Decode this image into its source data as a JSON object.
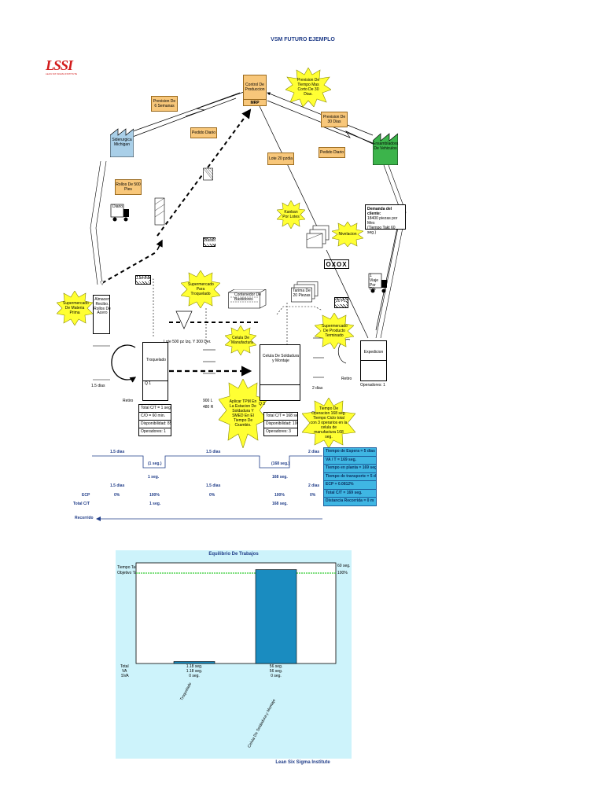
{
  "title": "VSM FUTURO EJEMPLO",
  "logo": {
    "text": "LSSI",
    "subtitle": "LEAN SIX SIGMA INSTITUTE"
  },
  "colors": {
    "orange": "#f8c77a",
    "kaizen": "#ffff33",
    "supplier": "#a9cfe8",
    "customer": "#3cb44b",
    "summary": "#3fb6e3",
    "chart_bg": "#cdf3fb",
    "bar": "#1a8cc0"
  },
  "control": {
    "label": "Control De Produccion",
    "mrp": "MRP"
  },
  "supplier": {
    "label": "Siderurgica Michigan"
  },
  "customer": {
    "label": "Ensambladora De Vehiculos"
  },
  "orange_labels": {
    "prevision6": "Prevision De 6 Semanas",
    "pedido_diario_left": "Pedido Diario",
    "prevision30": "Prevision De 30 Dias",
    "pedido_diario_right": "Pedido Diario",
    "lote20": "Lote 20 pzdia",
    "rollos500": "Rollos De 500 Pies"
  },
  "kaizens": {
    "tiempo_mas_corto": "Prevision De Tiempo Mas Corto De 30 Dias.",
    "kanban": "Kanban Por Lotes",
    "nivelacion": "Nivelacion",
    "super_materia": "Supermercado De Materia Prima",
    "super_troquelado": "Supermercado Para Troquelado",
    "celula": "Celula De Manufactura",
    "super_producto": "Supermercado De Producto Terminado",
    "tpm": "Aplicar TPM En La Estacion De Soldadura Y SMED En El Tiempo De Cxambio.",
    "tiempo_operacion": "Tiempo De Operacion 168 seg. Tiempo Ciclo total con 3 operarios en la celula de manufactura 168 seg."
  },
  "trucks": {
    "diario": "Diario",
    "viajes": "1 Viaje Por Dia"
  },
  "demand": {
    "title": "Demanda del cliente:",
    "line1": "18400 piezas por Mes",
    "line2": "(Tiempo Takt 60 seg.)"
  },
  "oxox": "OXOX",
  "labels": {
    "almacen": "Almacen Recibo. Rollos De Acero",
    "dias_left": "1.5 dias",
    "retiro1": "Retiro",
    "troquelado": "Troquelado",
    "lote500": "Lote 500 pz Izq. Y 300 Der.",
    "inv900": "900 L",
    "inv480": "480 R",
    "contenedor": "Contenedor De Bastidores",
    "celula_box": "Celula De Soldadura y Montaje",
    "tarima": "Tarima De 20 Piezas",
    "dias_2": "2 dias",
    "retiro2": "Retiro",
    "expedicion": "Expedicion",
    "operadores_exp": "Operadores: 1",
    "q1": "Q 1",
    "q3": "Q 3",
    "small1": "20 Pz",
    "small2": "Lamina",
    "small3": "Bastid"
  },
  "troq_table": [
    "Total C/T = 1 seg.",
    "C/O = 60 min.",
    "Disponibilidad: 85%",
    "Operadores: 1"
  ],
  "cel_table": [
    "Total C/T = 168 seg.",
    "Disponibilidad: 100%",
    "Operadores: 3"
  ],
  "timeline": {
    "top": [
      "1.5 dias",
      "1.5 dias",
      "2 dias"
    ],
    "vals": [
      "(1 seg.)",
      "(168 seg.)"
    ],
    "row2": [
      "1.5 dias",
      "1 seg.",
      "1.5 dias",
      "168 seg.",
      "2 dias"
    ],
    "ecp_label": "ECP",
    "ecp": [
      "0%",
      "100%",
      "0%",
      "100%",
      "0%"
    ],
    "totalct_label": "Total C/T",
    "totalct": [
      "1 seg.",
      "168 seg."
    ],
    "recorrido": "Recorrido"
  },
  "summary": [
    "Tiempo de Espera = 5 dias",
    "VA / T = 169 seg.",
    "Tiempo en planta = 169 seg.",
    "Tiempo de transporte = 5 dias",
    "ECP = 0.0812%",
    "Total C/T = 169 seg.",
    "Distancia Recorrida = 0 m"
  ],
  "chart_data": {
    "type": "bar",
    "title": "Equilibrio De Trabajos",
    "categories": [
      "Troquelado",
      "Celula De Soldadura y Montaje"
    ],
    "values": [
      1.18,
      56
    ],
    "ylim": [
      0,
      60
    ],
    "takt_label": "Tiempo Takt",
    "target_label": "Objetivo Takt",
    "takt_value_label": "60 seg.",
    "target_pct_label": "100%",
    "row_labels": [
      "Total",
      "VA",
      "SVA"
    ],
    "rows": [
      [
        "1.18 seg.",
        "1.18 seg.",
        "0 seg."
      ],
      [
        "56 seg.",
        "56 seg.",
        "0 seg."
      ]
    ],
    "footer": "Lean Six Sigma Institute"
  }
}
